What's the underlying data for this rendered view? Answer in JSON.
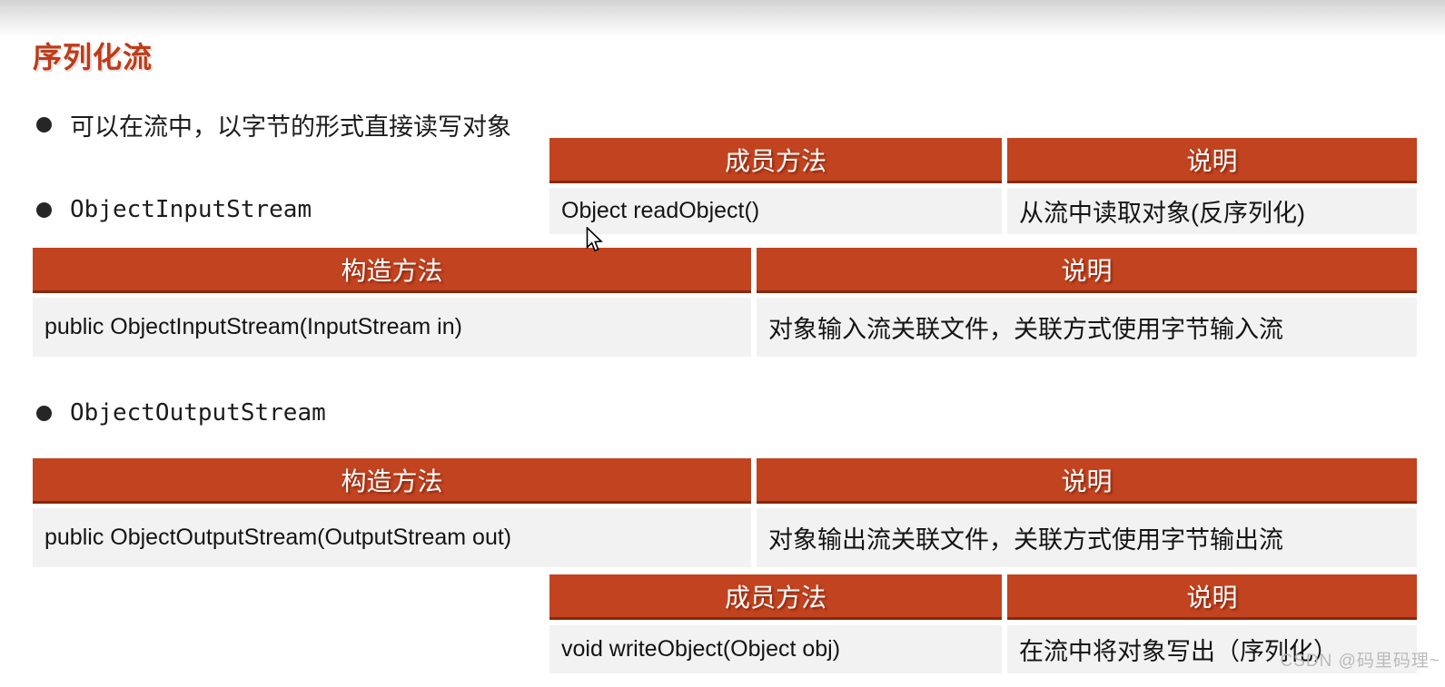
{
  "slide": {
    "title": "序列化流",
    "watermark": "CSDN @码里码理~"
  },
  "bullets": [
    {
      "label": "可以在流中，以字节的形式直接读写对象"
    },
    {
      "label": "ObjectInputStream"
    },
    {
      "label": "ObjectOutputStream"
    }
  ],
  "tables": [
    {
      "headers": [
        "成员方法",
        "说明"
      ],
      "rows": [
        {
          "method": "Object readObject()",
          "desc": "从流中读取对象(反序列化)"
        }
      ]
    },
    {
      "headers": [
        "构造方法",
        "说明"
      ],
      "rows": [
        {
          "method": "public ObjectInputStream(InputStream in)",
          "desc": "对象输入流关联文件，关联方式使用字节输入流"
        }
      ]
    },
    {
      "headers": [
        "构造方法",
        "说明"
      ],
      "rows": [
        {
          "method": "public ObjectOutputStream(OutputStream out)",
          "desc": "对象输出流关联文件，关联方式使用字节输出流"
        }
      ]
    },
    {
      "headers": [
        "成员方法",
        "说明"
      ],
      "rows": [
        {
          "method": "void writeObject(Object obj)",
          "desc": "在流中将对象写出（序列化）"
        }
      ]
    }
  ],
  "colors": {
    "accent": "#c2431f",
    "accent_dark": "#84290e",
    "title_red": "#bf3b17",
    "row_bg": "#f2f2f2",
    "text": "#141414"
  }
}
